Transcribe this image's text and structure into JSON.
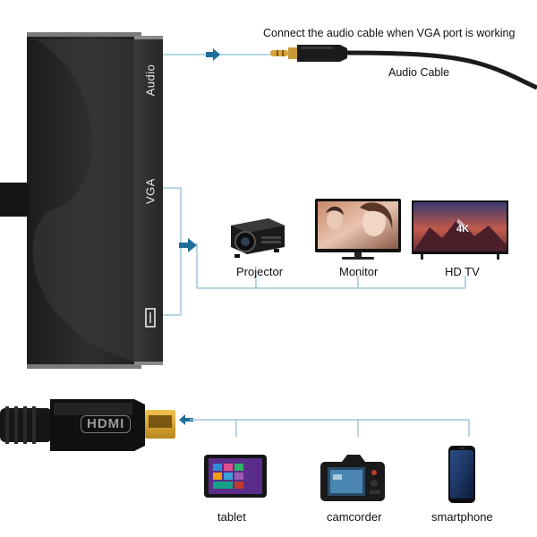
{
  "top_note": "Connect the audio cable when VGA port is working",
  "audio_cable_label": "Audio Cable",
  "ports": {
    "audio": "Audio",
    "vga": "VGA",
    "hdmi": "HDMI"
  },
  "vga_devices": [
    {
      "name": "Projector"
    },
    {
      "name": "Monitor"
    },
    {
      "name": "HD TV"
    }
  ],
  "tv_badge": "4K",
  "hdmi_plug_text": "HDMI",
  "source_devices": [
    {
      "name": "tablet"
    },
    {
      "name": "camcorder"
    },
    {
      "name": "smartphone"
    }
  ],
  "colors": {
    "guide_line": "#9fc7d6",
    "arrow": "#1f6f9a",
    "adapter_body": "#2a2a2a",
    "adapter_edge": "#6b6b6b"
  }
}
